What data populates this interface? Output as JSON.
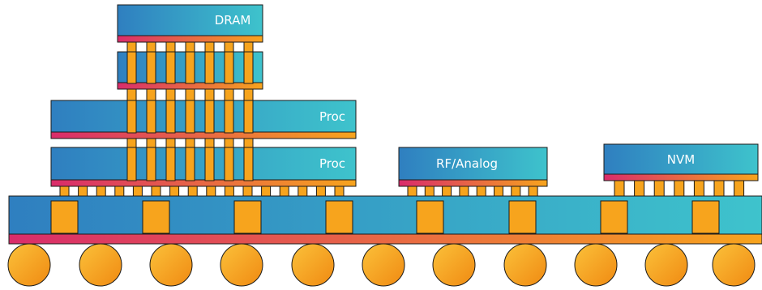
{
  "colors": {
    "die_left": "#2f7fc0",
    "die_right": "#3ec3cc",
    "stripe_left": "#d92c6b",
    "stripe_right": "#f7a41d",
    "bump": "#f7a41d",
    "outline": "#1a1a1a",
    "label_text": "#ffffff"
  },
  "labels": {
    "dram": "DRAM",
    "proc_top": "Proc",
    "proc_bottom": "Proc",
    "rf": "RF/Analog",
    "nvm": "NVM"
  }
}
